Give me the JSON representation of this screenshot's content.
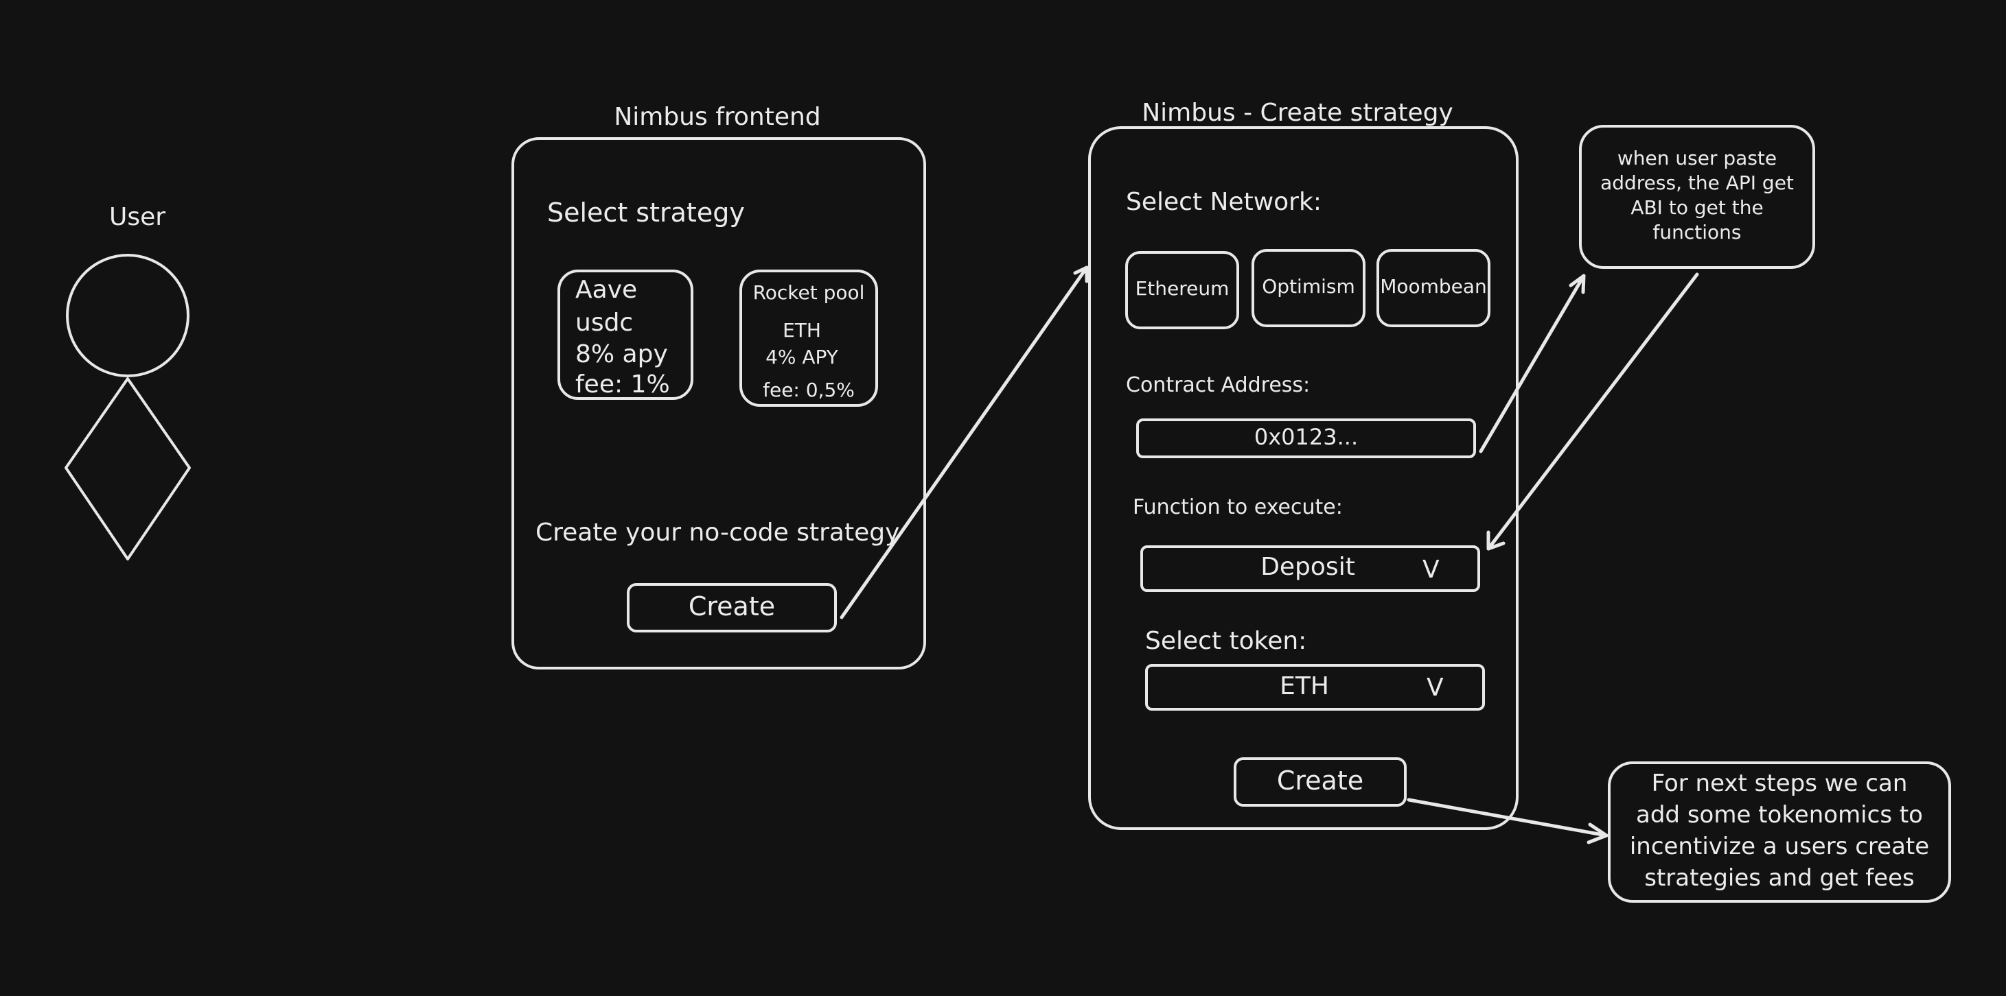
{
  "colors": {
    "background": "#121212",
    "stroke": "#e8e8e8",
    "text": "#ececec"
  },
  "user": {
    "label": "User"
  },
  "frontend": {
    "title": "Nimbus frontend",
    "select_strategy": "Select strategy",
    "cards": [
      {
        "lines": [
          "Aave",
          "usdc",
          "8% apy",
          "fee: 1%"
        ]
      },
      {
        "lines": [
          "Rocket pool",
          "ETH",
          "4% APY",
          "fee: 0,5%"
        ]
      }
    ],
    "create_heading": "Create your no-code strategy",
    "create_button": "Create"
  },
  "create_strategy": {
    "title": "Nimbus - Create strategy",
    "select_network": "Select Network:",
    "networks": [
      "Ethereum",
      "Optimism",
      "Moombean"
    ],
    "contract_label": "Contract Address:",
    "contract_value": "0x0123...",
    "function_label": "Function to execute:",
    "function_value": "Deposit",
    "token_label": "Select token:",
    "token_value": "ETH",
    "dropdown_glyph": "V",
    "create_button": "Create"
  },
  "notes": {
    "api_note": [
      "when user paste",
      "address, the API get",
      "ABI to get the",
      "functions"
    ],
    "next_steps_note": [
      "For next steps we can",
      "add some tokenomics to",
      "incentivize a users create",
      "strategies and get fees"
    ]
  }
}
